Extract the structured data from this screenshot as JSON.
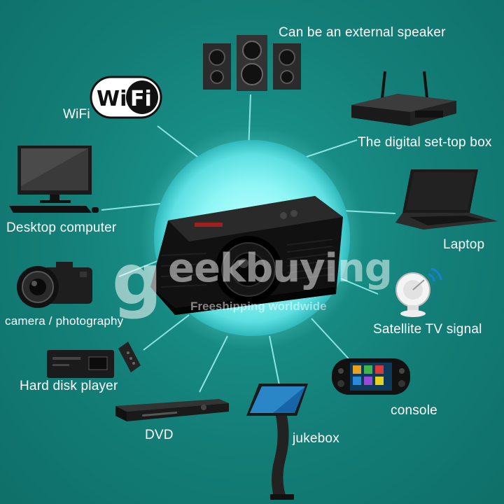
{
  "labels": {
    "speaker": "Can be an external speaker",
    "wifi": "WiFi",
    "settop": "The digital set-top box",
    "desktop": "Desktop computer",
    "laptop": "Laptop",
    "camera": "camera / photography",
    "satellite": "Satellite TV signal",
    "harddisk": "Hard disk player",
    "console": "console",
    "dvd": "DVD",
    "jukebox": "jukebox"
  },
  "wifi_logo": {
    "left": "Wi",
    "right": "Fi"
  },
  "watermark": {
    "letter": "g",
    "brand": "eekbuying",
    "slogan": "Freeshipping worldwide"
  },
  "colors": {
    "background": "#137e77",
    "glow": "#8ff6f6",
    "text": "#ffffff"
  }
}
